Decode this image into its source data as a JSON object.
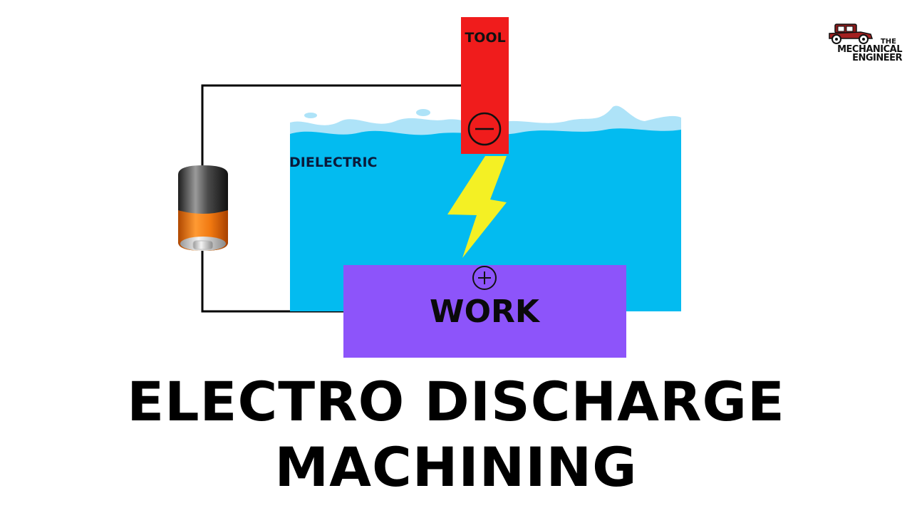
{
  "labels": {
    "tool": "TOOL",
    "dielectric": "DIELECTRIC",
    "work": "WORK",
    "negative_sign": "−",
    "positive_sign": "+"
  },
  "title": {
    "line1": "ELECTRO DISCHARGE",
    "line2": "MACHINING"
  },
  "logo": {
    "the": "THE",
    "mechanical": "MECHANICAL",
    "engineer": "ENGINEER"
  },
  "colors": {
    "tool": "#f01c1c",
    "dielectric": "#03bbf0",
    "dielectric_light": "#aee3f8",
    "work": "#8d54fa",
    "spark": "#f4f024",
    "wire": "#000000",
    "battery_body": "#3a3a3a",
    "battery_charge": "#f07810"
  },
  "icons": {
    "battery": "battery-icon",
    "spark": "lightning-icon",
    "logo": "vintage-car-icon"
  }
}
